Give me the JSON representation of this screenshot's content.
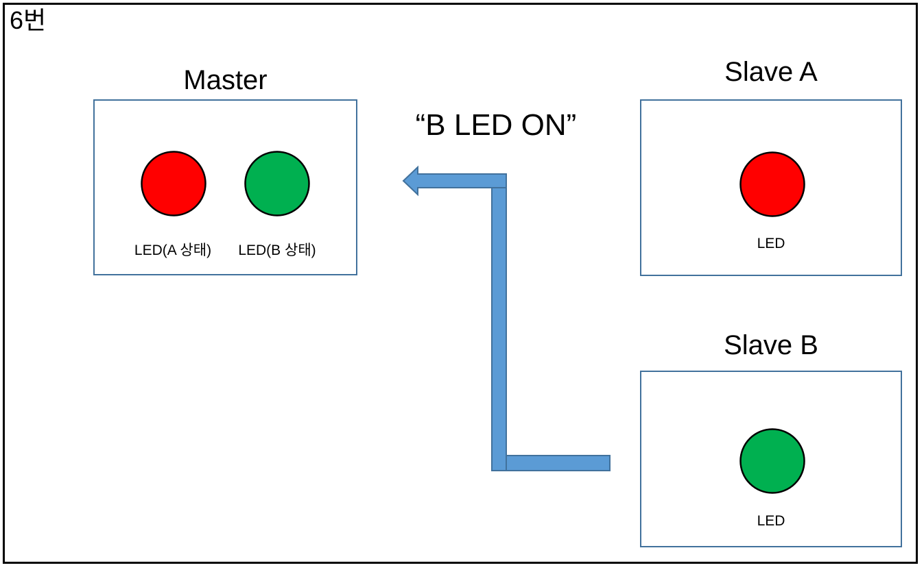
{
  "page_label": "6번",
  "message": {
    "text": "“B LED ON”"
  },
  "master": {
    "title": "Master",
    "led_a_label": "LED(A 상태)",
    "led_b_label": "LED(B 상태)"
  },
  "slave_a": {
    "title": "Slave A",
    "led_label": "LED"
  },
  "slave_b": {
    "title": "Slave B",
    "led_label": "LED"
  },
  "colors": {
    "led_red": "#FF0000",
    "led_green": "#00B050",
    "led_outline": "#000000",
    "arrow_fill": "#5B9BD5",
    "arrow_outline": "#41719C",
    "box_border": "#41719C",
    "frame_border": "#000000",
    "text": "#000000"
  }
}
